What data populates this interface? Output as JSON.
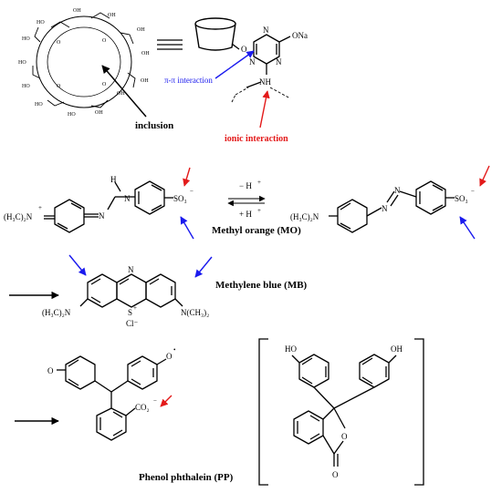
{
  "colors": {
    "blue": "#1a1aee",
    "red": "#e31a1a",
    "black": "#000000"
  },
  "cd_labels": {
    "inclusion": "inclusion",
    "oh": "OH",
    "ho": "HO",
    "o": "O"
  },
  "triazine": {
    "o": "O",
    "ona": "ONa",
    "n": "N",
    "nh": "NH"
  },
  "interactions": {
    "pi_pi": "π-π interaction",
    "ionic": "ionic interaction"
  },
  "methyl_orange": {
    "name": "Methyl orange (MO)",
    "left_amine": "(H₃C)₂N",
    "plus": "+",
    "h": "H",
    "n": "N",
    "so3": "SO₃",
    "minus": "−",
    "equilibrium_top": "− H",
    "equilibrium_bottom": "+ H",
    "right_amine": "(H₃C)₂N"
  },
  "methylene_blue": {
    "name": "Methylene blue (MB)",
    "n_top": "N",
    "s_plus": "S",
    "left_amine": "(H₃C)₂N",
    "right_amine": "N(CH₃)₂",
    "chloride": "Cl⁻"
  },
  "phenolphthalein": {
    "name": "Phenol phthalein (PP)",
    "o_top": "O",
    "o_radical": "O",
    "co2": "CO₂",
    "oh_left": "HO",
    "oh_right": "OH",
    "lactone_o": "O",
    "carbonyl_o": "O"
  }
}
